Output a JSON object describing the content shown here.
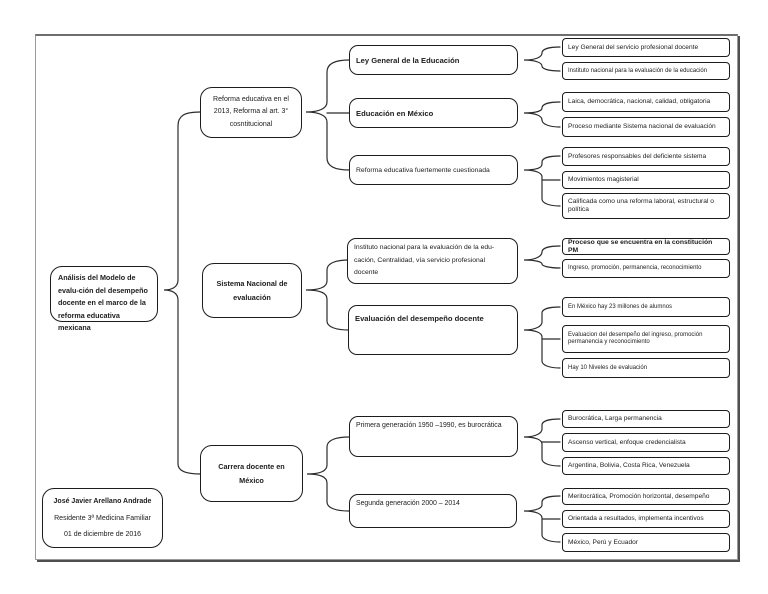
{
  "page": {
    "background": "#ffffff",
    "frame_border": "#9a9a9a",
    "line_color": "#2b2b2b",
    "box_border": "#1c1c1c"
  },
  "diagram": {
    "root": {
      "label": "Análisis del Modelo de evalu-ción del desempeño docente en el marco de la reforma educativa mexicana"
    },
    "author": {
      "name": "José Javier Arellano Andrade",
      "role": "Residente 3ª Medicina Familiar",
      "date": "01 de diciembre de 2016"
    },
    "branches": [
      {
        "label": "Reforma educativa en el 2013, Reforma al art. 3° cosntitucional",
        "children": [
          {
            "label": "Ley General de la Educación",
            "leaves": [
              "Ley General del servicio profesional docente",
              "Instituto nacional para la evaluación de la educación"
            ]
          },
          {
            "label": "Educación en México",
            "leaves": [
              "Laica, democrática, nacional, calidad, obligatoria",
              "Proceso mediante Sistema nacional de evaluación"
            ]
          },
          {
            "label": "Reforma educativa fuertemente cuestionada",
            "leaves": [
              "Profesores responsables del deficiente sistema",
              "Movimientos magisterial",
              "Calificada como una reforma laboral, estructural o política"
            ]
          }
        ]
      },
      {
        "label": "Sistema Nacional de evaluación",
        "children": [
          {
            "label": "Instituto nacional para la evaluación de la edu-cación, Centralidad, vía servicio profesional docente",
            "leaves": [
              "Proceso que se encuentra en la constitución PM",
              "Ingreso, promoción, permanencia, reconocimiento"
            ]
          },
          {
            "label": "Evaluación del desempeño docente",
            "leaves": [
              "En México hay 23 millones de alumnos",
              "Evaluacion del desempeño del ingreso, promoción permanencia y reconocimiento",
              "Hay 10 Niveles de evaluación"
            ]
          }
        ]
      },
      {
        "label": "Carrera docente en México",
        "children": [
          {
            "label": "Primera generación 1950 –1990, es burocrática",
            "leaves": [
              "Burocrática, Larga permanencia",
              "Ascenso vertical, enfoque credencialista",
              "Argentina, Bolivia, Costa Rica, Venezuela"
            ]
          },
          {
            "label": "Segunda generación 2000 – 2014",
            "leaves": [
              "Meritocrática, Promoción horizontal, desempeño",
              "Orientada a resultados, implementa incentivos",
              "México, Perú y Ecuador"
            ]
          }
        ]
      }
    ]
  }
}
